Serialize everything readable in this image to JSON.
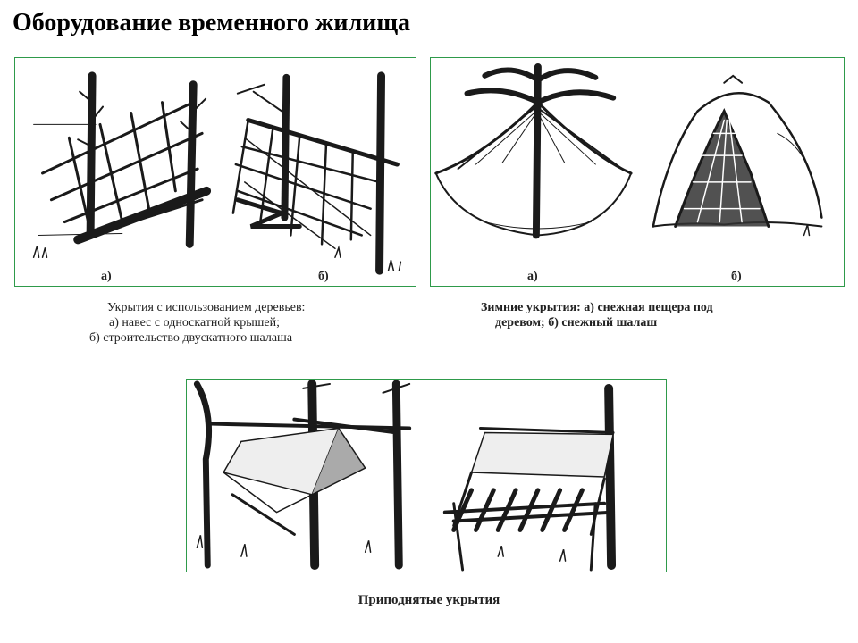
{
  "page": {
    "title": "Оборудование временного жилища"
  },
  "panel_trees": {
    "label_a": "а)",
    "label_b": "б)",
    "caption": [
      "Укрытия с использованием деревьев:",
      "а) навес с односкатной крышей;",
      "б) строительство двускатного шалаша"
    ]
  },
  "panel_winter": {
    "label_a": "а)",
    "label_b": "б)",
    "caption": [
      "Зимние укрытия: а) снежная пещера под",
      "деревом; б) снежный шалаш"
    ]
  },
  "panel_raised": {
    "caption": "Приподнятые укрытия"
  },
  "colors": {
    "frame": "#2e9a4a",
    "ink": "#1a1a1a"
  }
}
